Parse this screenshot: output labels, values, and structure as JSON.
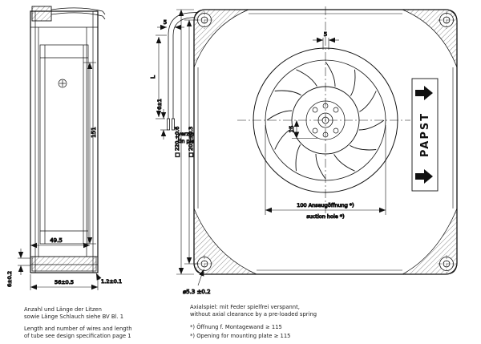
{
  "side_view": {
    "dim_151": "151",
    "dim_49_5": "49.5",
    "dim_56": "56±0.5",
    "dim_1_2": "1.2±0.1",
    "dim_6": "6±0.2"
  },
  "leads": {
    "dim_5": "5",
    "dim_L": "L",
    "dim_6_1": "6±1",
    "tinned_de": "verzinnt",
    "tinned_en": "tin plated"
  },
  "front_view": {
    "dim_sq220": "□ 220 ±0.6",
    "dim_sq203": "□ 203 ±0.3",
    "dim_5": "5",
    "dim_15": "15",
    "dim_100_de": "100 Ansaugöffnung *)",
    "dim_100_en": "suction hole *)",
    "dim_hole": "⌀5.3 ±0.2",
    "brand": "PAPST"
  },
  "notes": {
    "wires_de_1": "Anzahl und Länge der Litzen",
    "wires_de_2": "sowie Länge Schlauch siehe BV Bl. 1",
    "wires_en_1": "Length and number of wires and length",
    "wires_en_2": "of tube see design specification page 1",
    "axial_de": "Axialspiel: mit Feder spielfrei verspannt,",
    "axial_en": "without axial clearance by a pre-loaded spring",
    "opening_de": "*) Öffnung f. Montagewand ≥ 115",
    "opening_en": "*) Opening for mounting plate ≥ 115"
  }
}
